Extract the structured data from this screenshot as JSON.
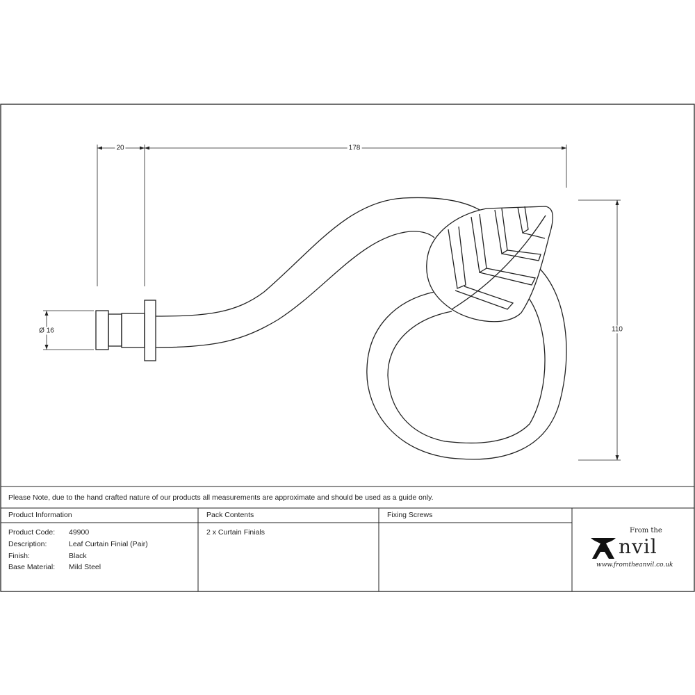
{
  "dimensions": {
    "length_a": "20",
    "length_b": "178",
    "height": "110",
    "diameter": "Ø 16"
  },
  "note": "Please Note, due to the hand crafted nature of our products all measurements are approximate and should be used as a guide only.",
  "product_information": {
    "header": "Product Information",
    "rows": [
      {
        "label": "Product Code:",
        "value": "49900"
      },
      {
        "label": "Description:",
        "value": "Leaf Curtain Finial (Pair)"
      },
      {
        "label": "Finish:",
        "value": "Black"
      },
      {
        "label": "Base Material:",
        "value": "Mild Steel"
      }
    ]
  },
  "pack_contents": {
    "header": "Pack Contents",
    "items": [
      "2 x Curtain Finials"
    ]
  },
  "fixing_screws": {
    "header": "Fixing Screws"
  },
  "logo": {
    "line1": "From the",
    "line2": "Anvil",
    "url": "www.fromtheanvil.co.uk"
  }
}
